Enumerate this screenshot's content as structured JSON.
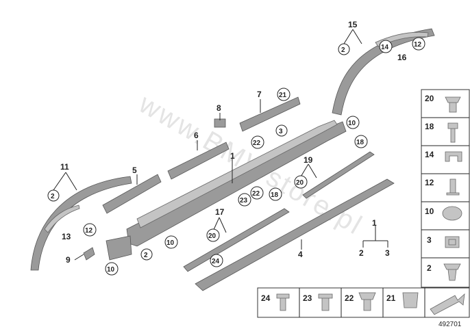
{
  "watermark": "www.BMWstore.pl",
  "reference_number": "492701",
  "callouts": {
    "c1_main": "1",
    "c1_group": "1",
    "c2_group": "2",
    "c3_group": "3",
    "c4": "4",
    "c5": "5",
    "c6": "6",
    "c7": "7",
    "c8": "8",
    "c9": "9",
    "c10_a": "10",
    "c10_b": "10",
    "c10_c": "10",
    "c11": "11",
    "c12_a": "12",
    "c12_b": "12",
    "c13": "13",
    "c14": "14",
    "c15": "15",
    "c16": "16",
    "c17": "17",
    "c18_a": "18",
    "c18_b": "18",
    "c19": "19",
    "c2_a": "2",
    "c2_b": "2",
    "c2_c": "2",
    "c3_a": "3",
    "c20_a": "20",
    "c20_b": "20",
    "c21": "21",
    "c22_a": "22",
    "c22_b": "22",
    "c23": "23",
    "c24": "24"
  },
  "legend_right": [
    "20",
    "18",
    "14",
    "12",
    "10",
    "3",
    "2"
  ],
  "legend_bottom": [
    "24",
    "23",
    "22",
    "21"
  ]
}
